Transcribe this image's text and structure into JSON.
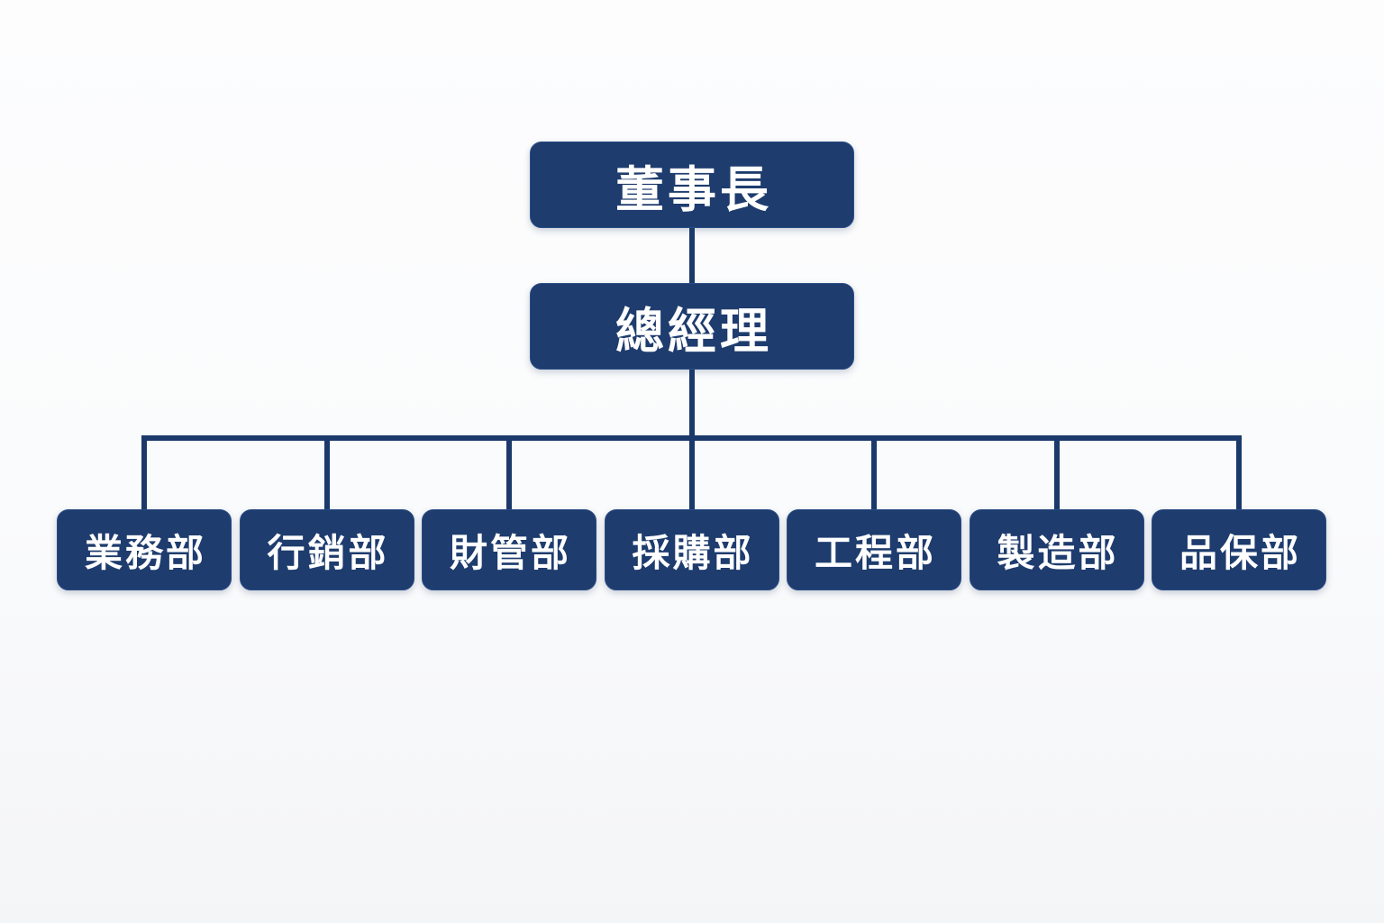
{
  "colors": {
    "node_fill": "#1e3c6e",
    "node_text": "#ffffff",
    "connector": "#1b3a6b",
    "background": "#fbfcfd"
  },
  "org_chart": {
    "root": {
      "label": "董事長"
    },
    "manager": {
      "label": "總經理"
    },
    "departments": [
      {
        "label": "業務部"
      },
      {
        "label": "行銷部"
      },
      {
        "label": "財管部"
      },
      {
        "label": "採購部"
      },
      {
        "label": "工程部"
      },
      {
        "label": "製造部"
      },
      {
        "label": "品保部"
      }
    ]
  }
}
